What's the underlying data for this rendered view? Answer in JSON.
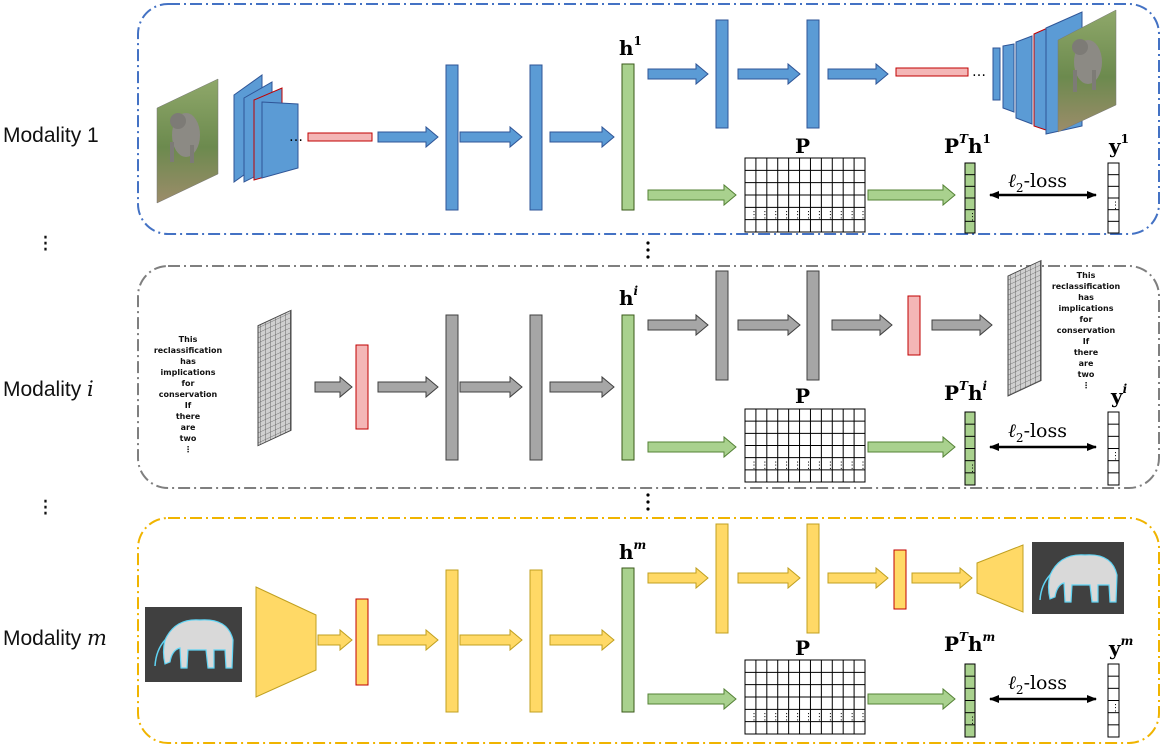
{
  "colors": {
    "row1_frame": "#4472c4",
    "row2_frame": "#7f7f7f",
    "row3_frame": "#f0b400",
    "blue_layer": "#5b9bd5",
    "gray_layer": "#a6a6a6",
    "yellow_layer": "#ffd966",
    "hash_green": "#a9d18e",
    "code_red": "#c00000",
    "encoder_outline": "#c0a020"
  },
  "rows": [
    {
      "label": "Modality 1",
      "label_var": "",
      "h_label": "h",
      "h_sup": "1",
      "h_sup_italic": false,
      "proj_label": "P",
      "ptransh_p": "P",
      "ptransh_t": "T",
      "ptransh_h": "h",
      "ptransh_sup": "1",
      "y_label": "y",
      "y_sup": "1",
      "loss_ell": "ℓ",
      "loss_sub": "2",
      "loss_word": "-loss",
      "input_icon": "elephant-photo-icon",
      "output_icon": "elephant-photo-icon"
    },
    {
      "label": "Modality ",
      "label_var": "i",
      "h_label": "h",
      "h_sup": "i",
      "h_sup_italic": true,
      "proj_label": "P",
      "ptransh_p": "P",
      "ptransh_t": "T",
      "ptransh_h": "h",
      "ptransh_sup": "i",
      "y_label": "y",
      "y_sup": "i",
      "loss_ell": "ℓ",
      "loss_sub": "2",
      "loss_word": "-loss",
      "input_text": [
        "This",
        "reclassification",
        "has",
        "implications",
        "for",
        "conservation",
        "If",
        "there",
        "are",
        "two",
        "⋮"
      ],
      "output_text": [
        "This",
        "reclassification",
        "has",
        "implications",
        "for",
        "conservation",
        "If",
        "there",
        "are",
        "two",
        "⋮"
      ]
    },
    {
      "label": "Modality ",
      "label_var": "m",
      "h_label": "h",
      "h_sup": "m",
      "h_sup_italic": true,
      "proj_label": "P",
      "ptransh_p": "P",
      "ptransh_t": "T",
      "ptransh_h": "h",
      "ptransh_sup": "m",
      "y_label": "y",
      "y_sup": "m",
      "loss_ell": "ℓ",
      "loss_sub": "2",
      "loss_word": "-loss",
      "input_icon": "elephant-sketch-icon",
      "output_icon": "elephant-sketch-icon"
    }
  ],
  "ellipsis_small": "…"
}
